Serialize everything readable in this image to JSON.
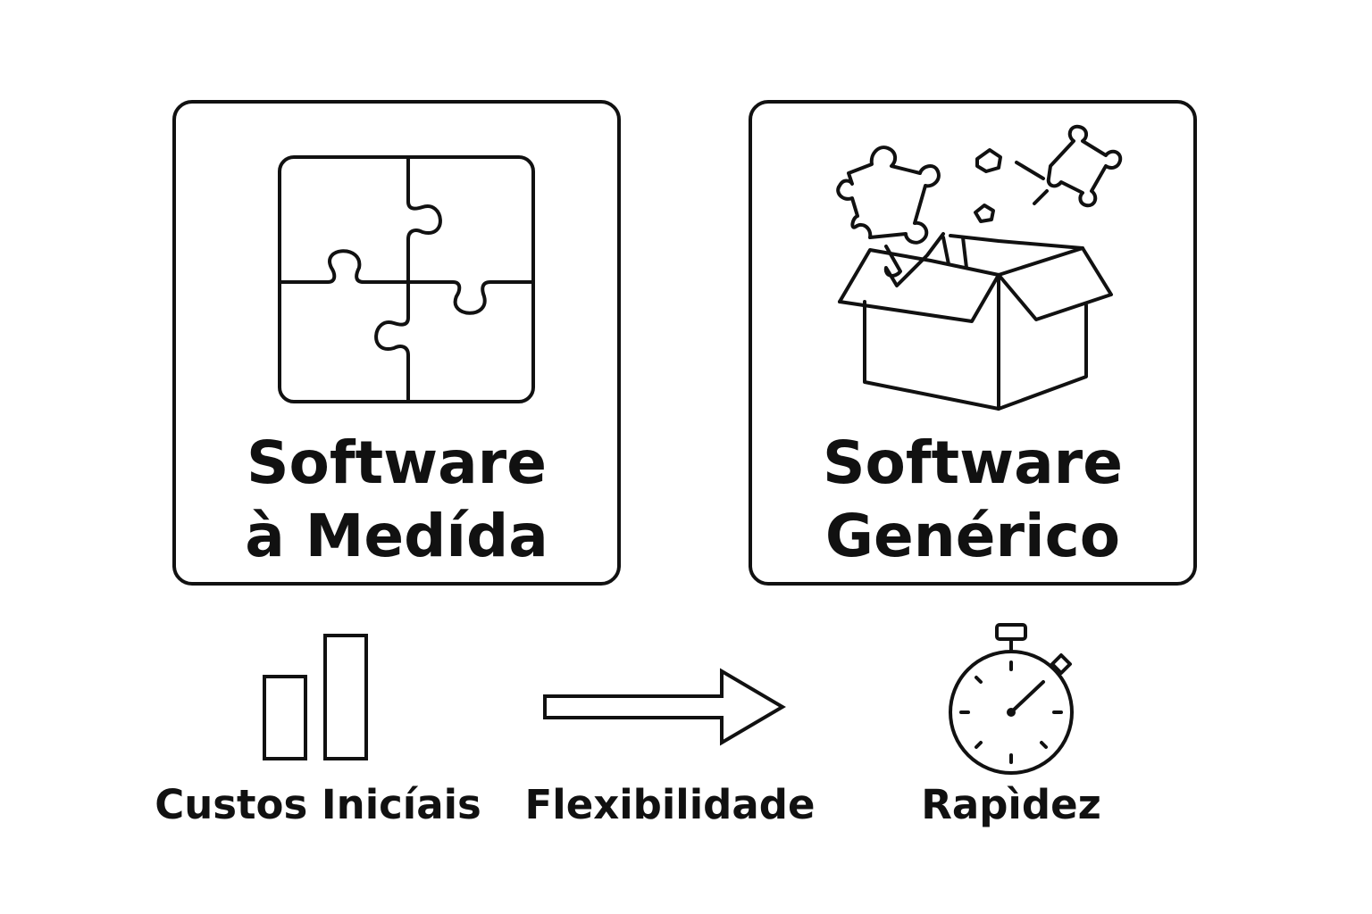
{
  "cards": [
    {
      "id": "custom",
      "title_line1": "Software",
      "title_line2": "à Medída",
      "icon": "assembled-puzzle-icon"
    },
    {
      "id": "generic",
      "title_line1": "Software",
      "title_line2": "Genérico",
      "icon": "open-box-with-puzzle-pieces-icon"
    }
  ],
  "features": [
    {
      "label": "Custos Inicíais",
      "icon": "bar-chart-icon"
    },
    {
      "label": "Flexibilidade",
      "icon": "right-arrow-icon"
    },
    {
      "label": "Rapìdez",
      "icon": "stopwatch-icon"
    }
  ],
  "colors": {
    "stroke": "#111111",
    "background": "#ffffff"
  }
}
